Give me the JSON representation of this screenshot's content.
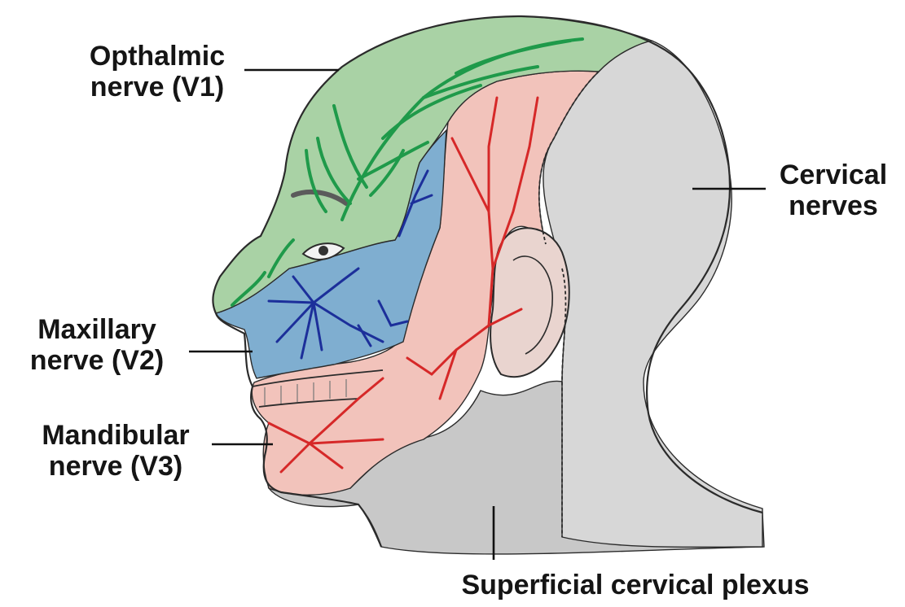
{
  "colors": {
    "ophthalmic_region": "#a9d2a5",
    "ophthalmic_nerve": "#1f9a4a",
    "maxillary_region": "#7faed0",
    "maxillary_nerve": "#1c2f9a",
    "mandibular_region": "#f2c3bb",
    "mandibular_nerve": "#d62828",
    "cervical_region": "#d7d7d7",
    "superficial_plexus_region": "#c8c8c8",
    "outline": "#2b2b2b",
    "leader_line": "#111111"
  },
  "labels": {
    "ophthalmic": {
      "line1": "Opthalmic",
      "line2": "nerve (V1)"
    },
    "maxillary": {
      "line1": "Maxillary",
      "line2": "nerve (V2)"
    },
    "mandibular": {
      "line1": "Mandibular",
      "line2": "nerve (V3)"
    },
    "cervical": {
      "line1": "Cervical",
      "line2": "nerves"
    },
    "superficial": {
      "line1": "Superficial cervical plexus"
    }
  }
}
